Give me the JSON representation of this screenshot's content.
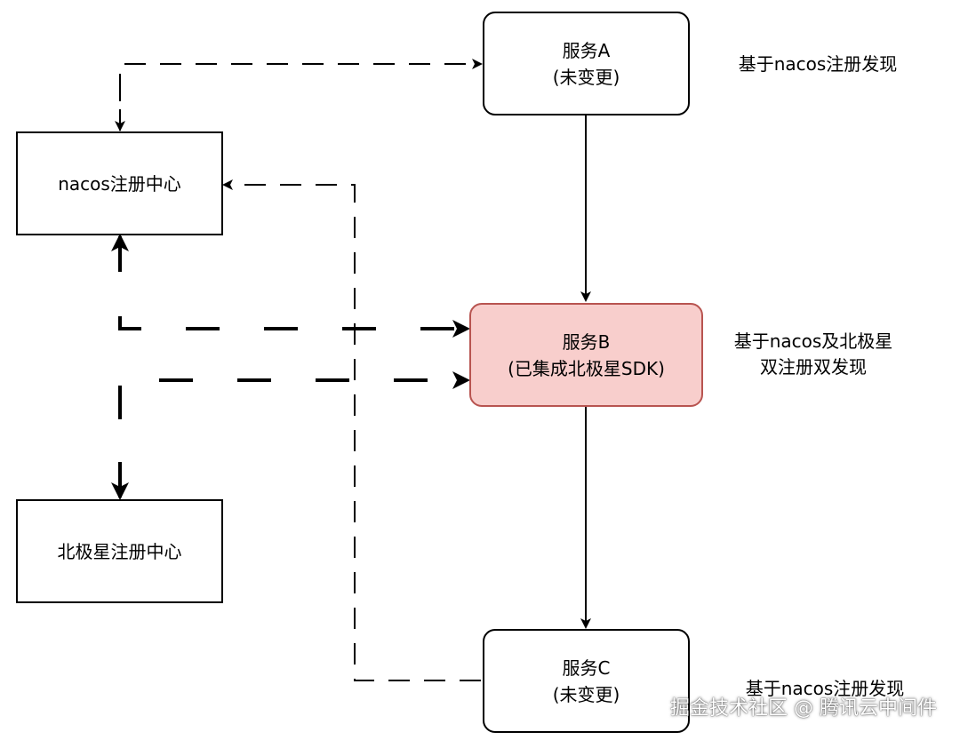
{
  "nodes": {
    "service_a": {
      "title": "服务A",
      "subtitle": "(未变更)"
    },
    "service_b": {
      "title": "服务B",
      "subtitle": "(已集成北极星SDK)"
    },
    "service_c": {
      "title": "服务C",
      "subtitle": "(未变更)"
    },
    "nacos_registry": {
      "label": "nacos注册中心"
    },
    "polaris_registry": {
      "label": "北极星注册中心"
    }
  },
  "notes": {
    "service_a": "基于nacos注册发现",
    "service_b_line1": "基于nacos及北极星",
    "service_b_line2": "双注册双发现",
    "service_c": "基于nacos注册发现"
  },
  "watermark": "掘金技术社区 @ 腾讯云中间件"
}
